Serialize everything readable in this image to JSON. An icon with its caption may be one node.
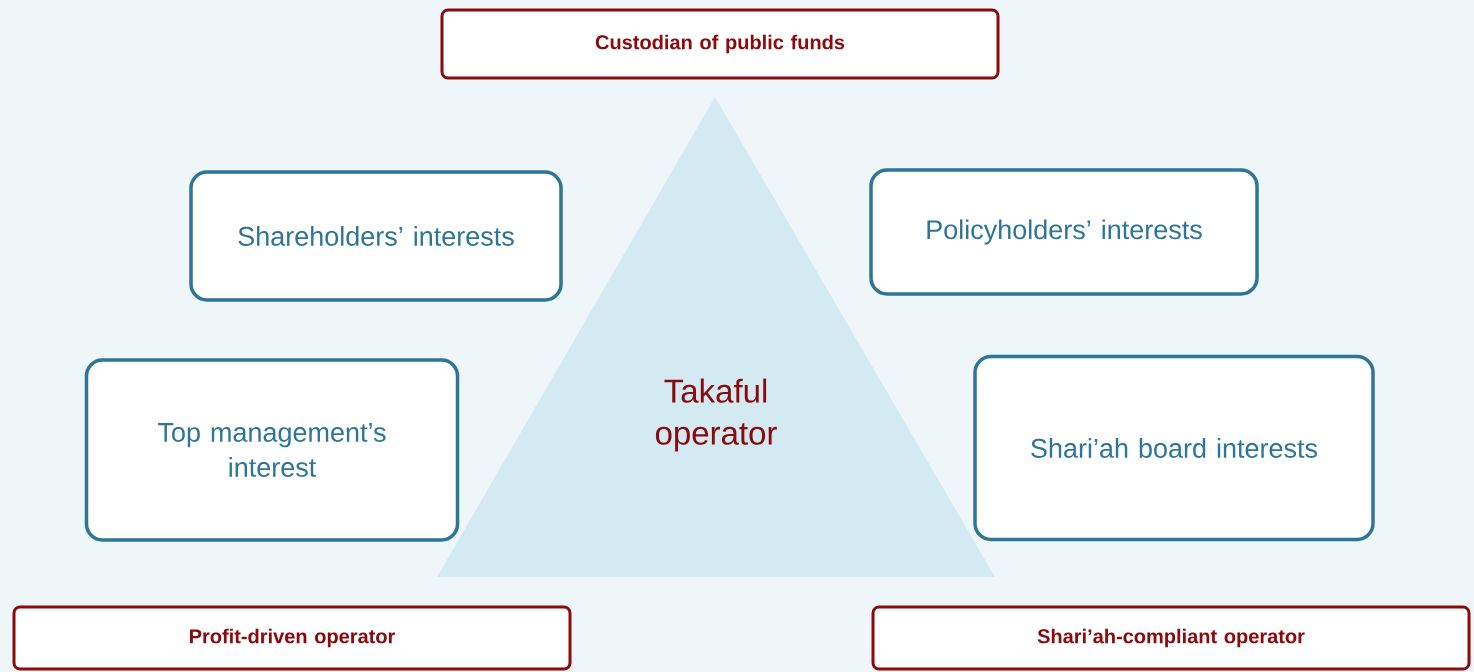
{
  "diagram": {
    "nodes": [
      {
        "text": [
          "Custodian of public funds"
        ]
      },
      {
        "text": [
          "Shareholders’ interests"
        ]
      },
      {
        "text": [
          "Policyholders’ interests"
        ]
      },
      {
        "text": [
          "Takaful operator"
        ]
      },
      {
        "text": [
          "Top management’s interest"
        ]
      },
      {
        "text": [
          "Shari’ah board interests"
        ]
      },
      {
        "text": [
          "Profit-driven operator"
        ]
      },
      {
        "text": [
          "Shari’ah-compliant operator"
        ]
      }
    ]
  }
}
